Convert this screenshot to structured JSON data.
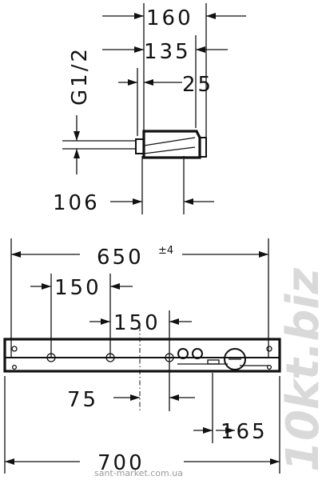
{
  "dimensions": {
    "d160": "160",
    "d135": "135",
    "d25": "25",
    "g12": "G1/2",
    "d106": "106",
    "d650": "650",
    "tol650": "±4",
    "d150a": "150",
    "d150b": "150",
    "d75": "75",
    "d165": "165",
    "d700": "700"
  },
  "watermark": {
    "brand": "10kt.biz",
    "site": "sant-market.com.ua"
  }
}
